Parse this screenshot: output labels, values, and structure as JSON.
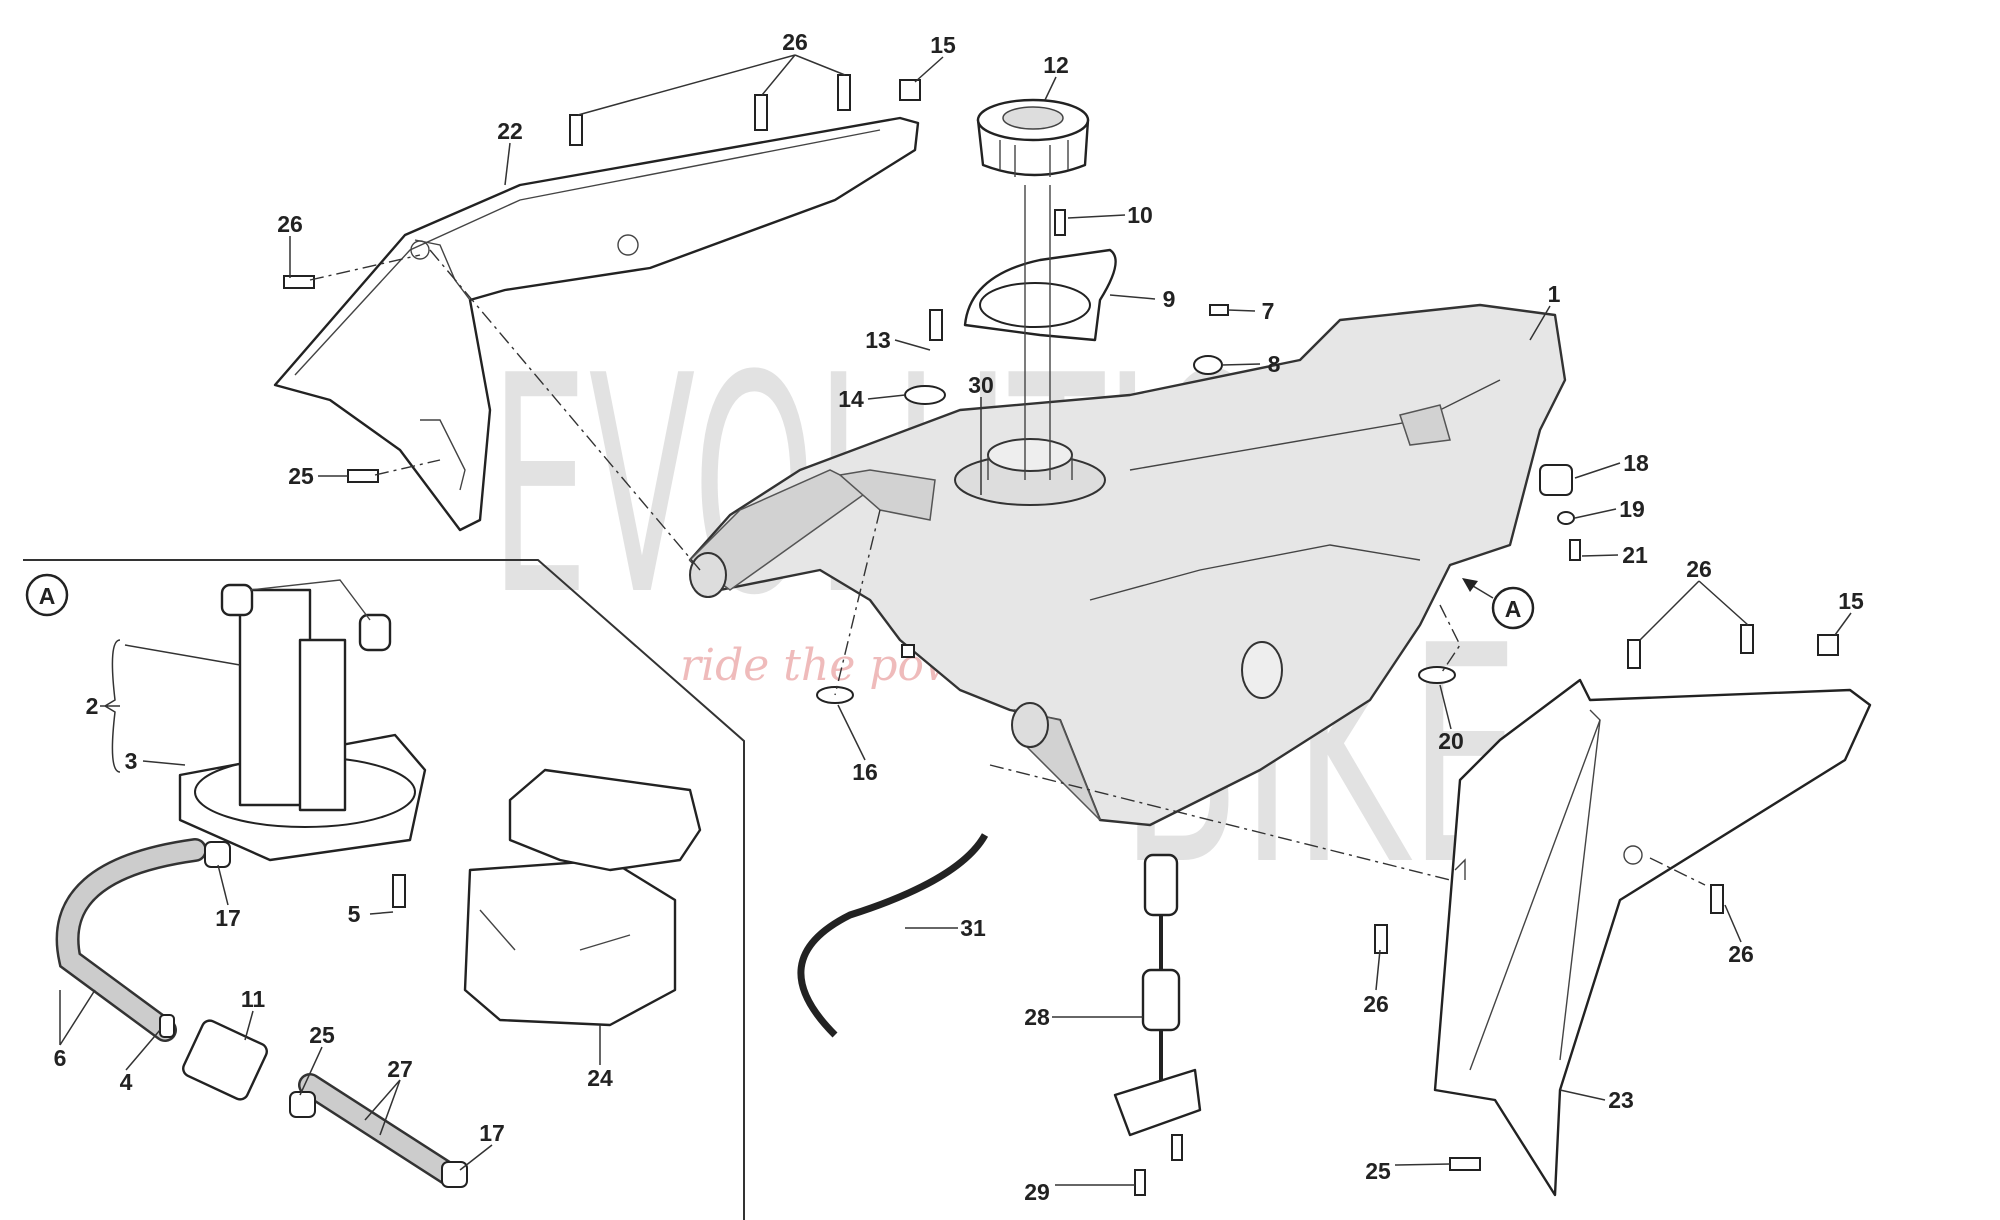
{
  "diagram": {
    "title": "Fuel tank exploded parts diagram",
    "watermark": {
      "brand_top": "EVOLUTION",
      "brand_bottom": "BIKE",
      "slogan": "ride the power"
    },
    "detail_marker": "A",
    "callouts": [
      "26",
      "15",
      "12",
      "22",
      "26",
      "10",
      "9",
      "7",
      "1",
      "13",
      "8",
      "30",
      "14",
      "18",
      "25",
      "19",
      "21",
      "26",
      "15",
      "2",
      "3",
      "16",
      "20",
      "17",
      "5",
      "31",
      "26",
      "26",
      "11",
      "28",
      "25",
      "27",
      "6",
      "4",
      "24",
      "23",
      "17",
      "25",
      "29"
    ]
  }
}
